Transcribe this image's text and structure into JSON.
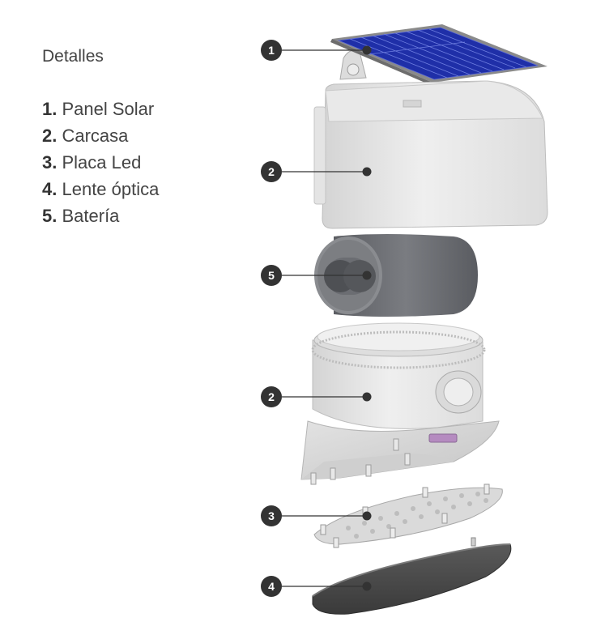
{
  "title": "Detalles",
  "parts": [
    {
      "number": "1.",
      "label": "Panel Solar"
    },
    {
      "number": "2.",
      "label": "Carcasa"
    },
    {
      "number": "3.",
      "label": "Placa Led"
    },
    {
      "number": "4.",
      "label": "Lente óptica"
    },
    {
      "number": "5.",
      "label": "Batería"
    }
  ],
  "callouts": [
    "1",
    "2",
    "5",
    "2",
    "3",
    "4"
  ],
  "colors": {
    "text": "#444444",
    "badge": "#333333",
    "solar_panel": "#1f2fa8",
    "housing": "#e6e6e6",
    "battery": "#6b6d72",
    "lens": "#4a4a4a",
    "led_plate": "#d8d8d8"
  }
}
